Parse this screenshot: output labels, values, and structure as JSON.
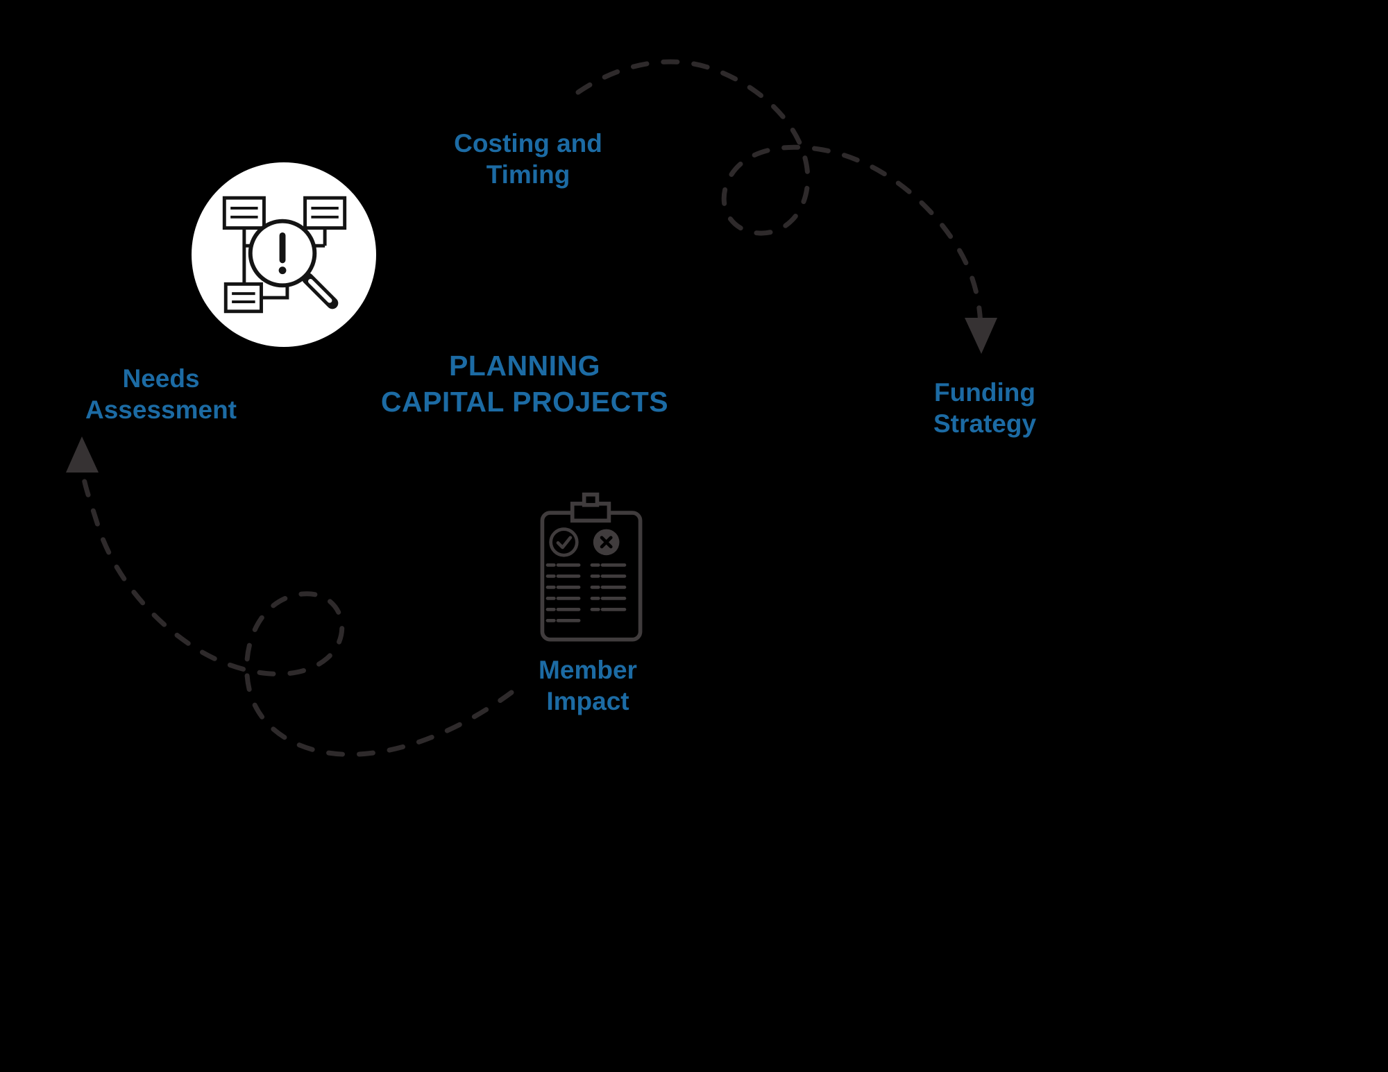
{
  "diagram": {
    "title_line1": "PLANNING",
    "title_line2": "CAPITAL PROJECTS",
    "nodes": [
      {
        "id": "needs-assessment",
        "line1": "Needs",
        "line2": "Assessment"
      },
      {
        "id": "costing-timing",
        "line1": "Costing and",
        "line2": "Timing"
      },
      {
        "id": "funding-strategy",
        "line1": "Funding",
        "line2": "Strategy"
      },
      {
        "id": "member-impact",
        "line1": "Member",
        "line2": "Impact"
      }
    ],
    "icons": {
      "needs_assessment": "flowchart-magnifier-alert-icon",
      "member_impact": "clipboard-checklist-icon",
      "connectors": "dashed-loop-arrows"
    },
    "colors": {
      "background": "#000000",
      "label_blue": "#1c6ba4",
      "arc_gray": "#2e2a2b",
      "arrowhead_gray": "#363233",
      "icon_circle_white": "#ffffff",
      "icon_line_black": "#141414",
      "clipboard_gray": "#403c3d"
    }
  }
}
